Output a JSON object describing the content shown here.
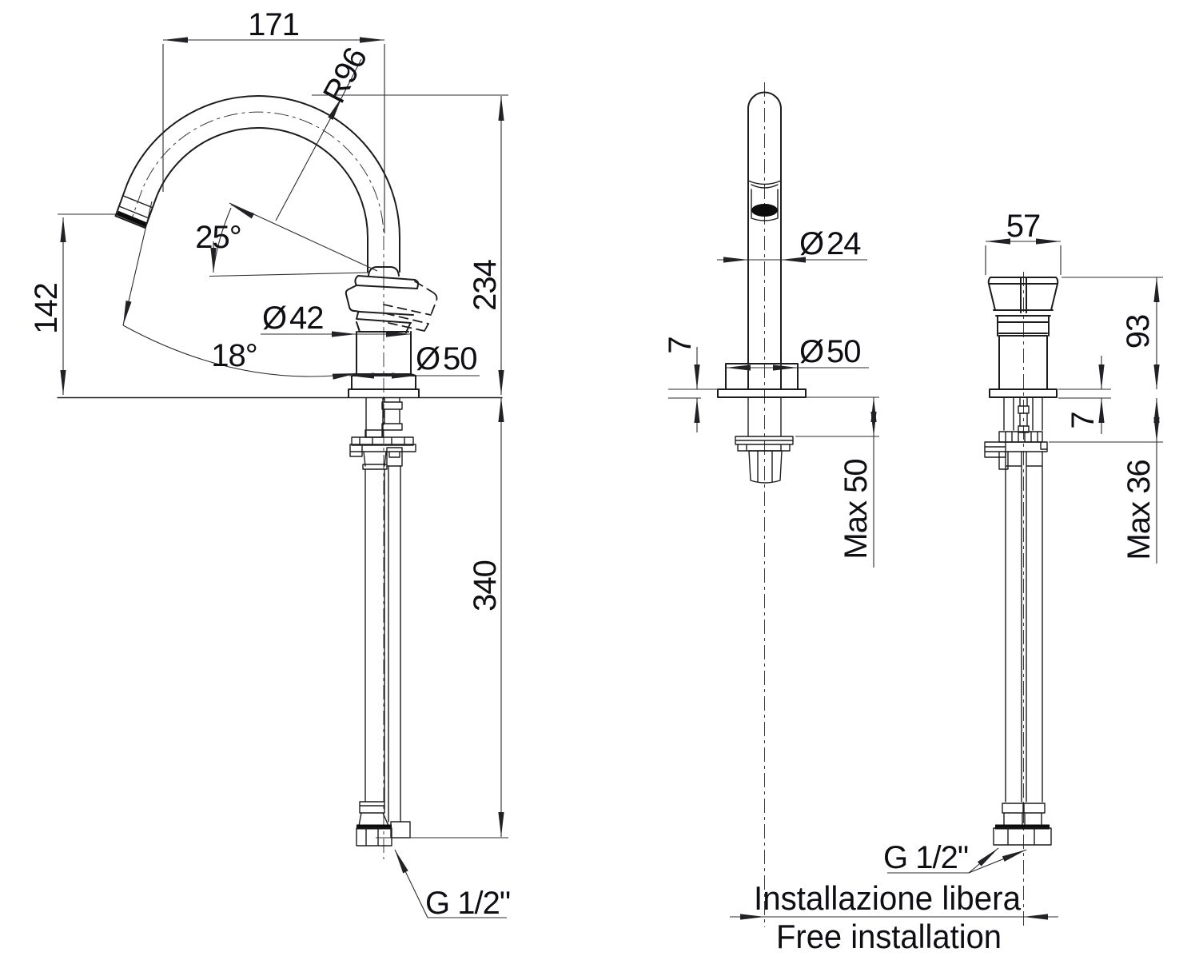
{
  "drawing": {
    "background": "#ffffff",
    "line_color": "#1d1d1f",
    "text_color": "#0e0e14",
    "symbols": {
      "diameter": "Ø"
    },
    "views": {
      "side_view": {
        "reach": "171",
        "spout_radius": "R96",
        "spout_angle": "25°",
        "outlet_angle": "18°",
        "outlet_height": "142",
        "body_diameter": "42",
        "base_diameter": "50",
        "height_above_deck": "234",
        "depth_below_deck": "340",
        "connection_thread": "G 1/2\""
      },
      "front_view": {
        "spout_diameter": "24",
        "flange_thickness": "7",
        "base_diameter": "50",
        "max_counter_thickness": "Max 50"
      },
      "handle_view": {
        "handle_width": "57",
        "body_height": "93",
        "flange_thickness": "7",
        "max_counter_thickness": "Max 36",
        "connection_thread": "G 1/2\""
      }
    },
    "notes": {
      "installation_it": "Installazione libera",
      "installation_en": "Free installation"
    }
  }
}
